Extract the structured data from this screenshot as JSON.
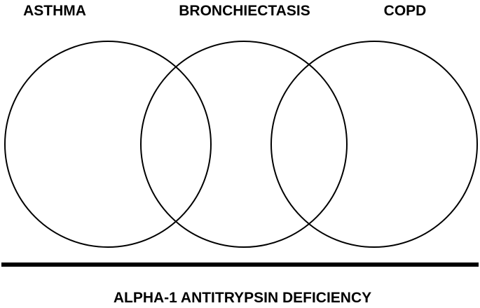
{
  "diagram": {
    "labels": {
      "asthma": "ASTHMA",
      "bronchiectasis": "BRONCHIECTASIS",
      "copd": "COPD",
      "base": "ALPHA-1 ANTITRYPSIN DEFICIENCY"
    },
    "colors": {
      "stroke": "#000000",
      "background": "#ffffff"
    }
  }
}
